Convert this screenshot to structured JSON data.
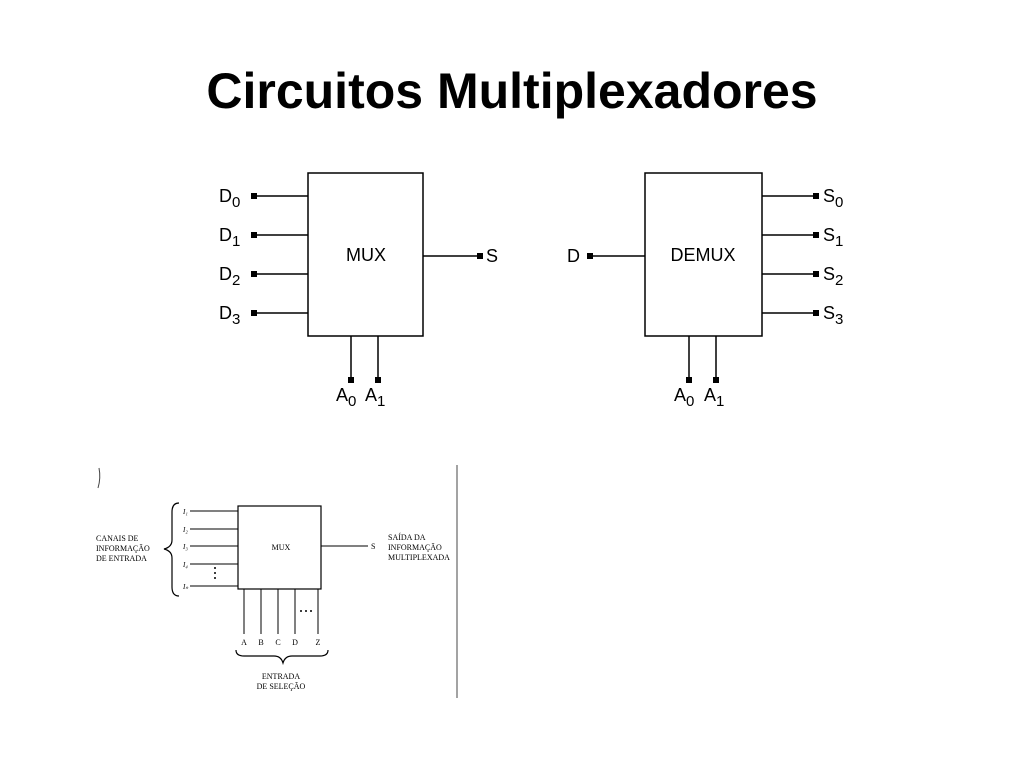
{
  "title": "Circuitos Multiplexadores",
  "mux": {
    "label": "MUX",
    "inputs": [
      {
        "base": "D",
        "sub": "0"
      },
      {
        "base": "D",
        "sub": "1"
      },
      {
        "base": "D",
        "sub": "2"
      },
      {
        "base": "D",
        "sub": "3"
      }
    ],
    "output": "S",
    "selects": [
      {
        "base": "A",
        "sub": "0"
      },
      {
        "base": "A",
        "sub": "1"
      }
    ]
  },
  "demux": {
    "label": "DEMUX",
    "input": "D",
    "outputs": [
      {
        "base": "S",
        "sub": "0"
      },
      {
        "base": "S",
        "sub": "1"
      },
      {
        "base": "S",
        "sub": "2"
      },
      {
        "base": "S",
        "sub": "3"
      }
    ],
    "selects": [
      {
        "base": "A",
        "sub": "0"
      },
      {
        "base": "A",
        "sub": "1"
      }
    ]
  },
  "scan": {
    "box_label": "MUX",
    "left_caption": [
      "CANAIS DE",
      "INFORMAÇÃO",
      "DE ENTRADA"
    ],
    "inputs": [
      "I₁",
      "I₂",
      "I₃",
      "I₄",
      "Iₙ"
    ],
    "output": "S",
    "right_caption": [
      "SAÍDA DA",
      "INFORMAÇÃO",
      "MULTIPLEXADA"
    ],
    "selects": [
      "A",
      "B",
      "C",
      "D",
      "Z"
    ],
    "bottom_caption": [
      "ENTRADA",
      "DE SELEÇÃO"
    ]
  }
}
